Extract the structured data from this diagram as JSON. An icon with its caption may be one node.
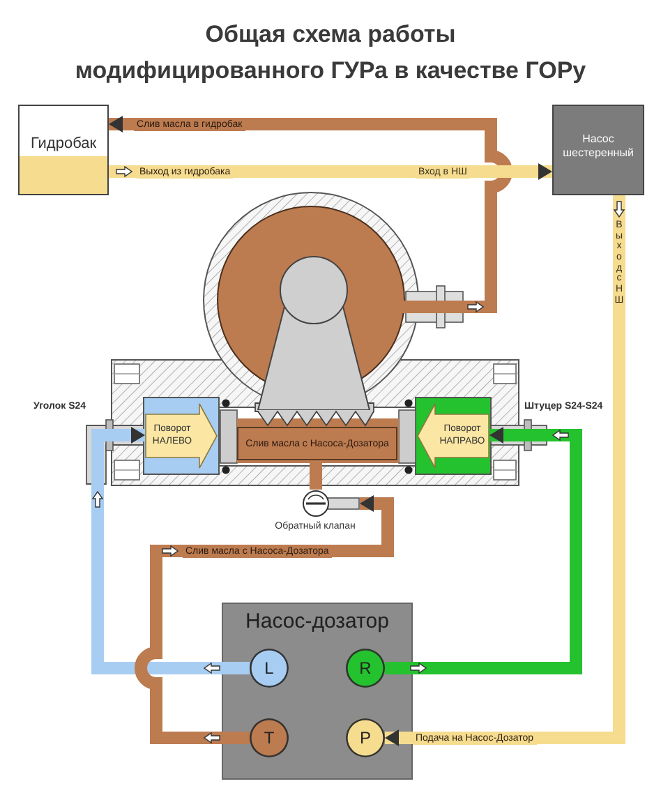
{
  "diagram": {
    "title": "Общая схема работы модифицированного ГУРа в качестве ГОРу",
    "nodes": [
      {
        "text": [
          "Гидробак"
        ]
      },
      {
        "text": [
          "Насос шестеренный"
        ]
      },
      {
        "text": [],
        "shape": "picture"
      },
      {
        "text": [
          "Поворот НАЛЕВО"
        ]
      },
      {
        "text": [
          "Слив масла с Насоса-Дозатора"
        ]
      },
      {
        "text": [
          "Поворот НАПРАВО"
        ]
      },
      {
        "text": [
          "Обратный клапан"
        ]
      },
      {
        "text": [
          "Насос-дозатор"
        ]
      },
      {
        "text": [
          "L"
        ],
        "in": 7
      },
      {
        "text": [
          "R"
        ],
        "in": 7
      },
      {
        "text": [
          "T"
        ],
        "in": 7
      },
      {
        "text": [
          "P"
        ],
        "in": 7
      }
    ],
    "edges": [
      {
        "from": 2,
        "to": 0,
        "arrow": "to",
        "label": "Слив масла в гидробак"
      },
      {
        "from": 0,
        "to": 1,
        "arrow": "to",
        "label": "Выход из гидробака",
        "color": "#f6dc8f"
      },
      {
        "from": 1,
        "to": 11,
        "arrow": "to",
        "label": "Подача на Насос-Дозатор",
        "color": "#f6dc8f"
      },
      {
        "from": 9,
        "to": 5,
        "arrow": "to",
        "color": "#24c22e"
      },
      {
        "from": 8,
        "to": 3,
        "arrow": "to",
        "color": "#a8cdf3"
      },
      {
        "from": 10,
        "to": 6,
        "arrow": "to",
        "label": "Слив масла с Насоса-Дозатора"
      },
      {
        "from": 6,
        "to": 4,
        "arrow": "none"
      }
    ],
    "labels": [
      "Вход в НШ",
      "Выход с НШ",
      "Уголок S24",
      "Штуцер S24-S24"
    ]
  }
}
